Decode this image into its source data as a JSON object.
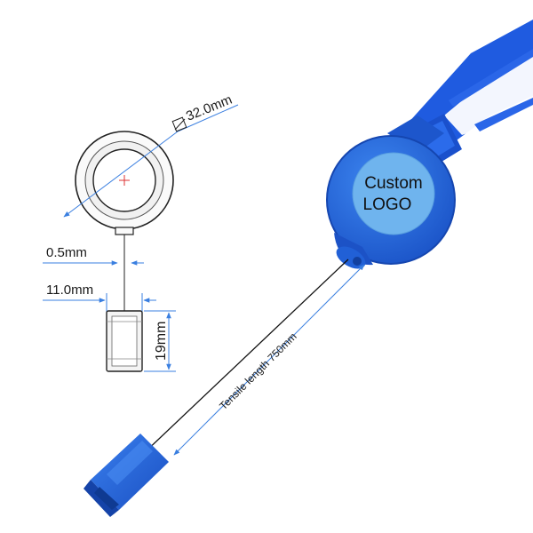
{
  "drawing": {
    "diameter_label": "32.0mm",
    "cord_label": "0.5mm",
    "clip_width_label": "11.0mm",
    "clip_height_label": "19mm"
  },
  "product": {
    "logo_line1": "Custom",
    "logo_line2": "LOGO",
    "tensile_label": "Tensile length 750mm"
  },
  "colors": {
    "reel_blue": "#2463d8",
    "lanyard_blue": "#1f5be0",
    "logo_disc": "#6fb4ee",
    "dimension_blue": "#3a7fe0"
  }
}
